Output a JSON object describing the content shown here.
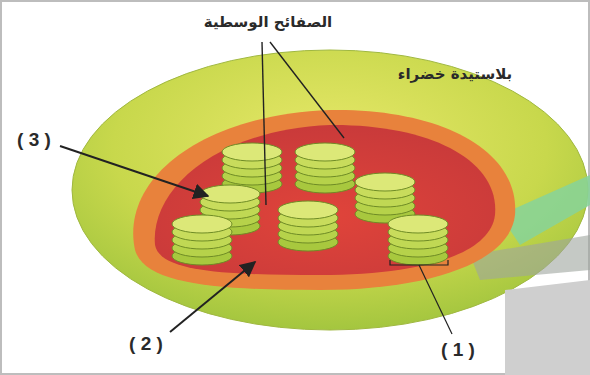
{
  "diagram": {
    "labels": [
      "الصفائح الوسطية",
      "بلاستيدة خضراء",
      "( 3 )",
      "( 2 )",
      "( 1 )"
    ]
  }
}
